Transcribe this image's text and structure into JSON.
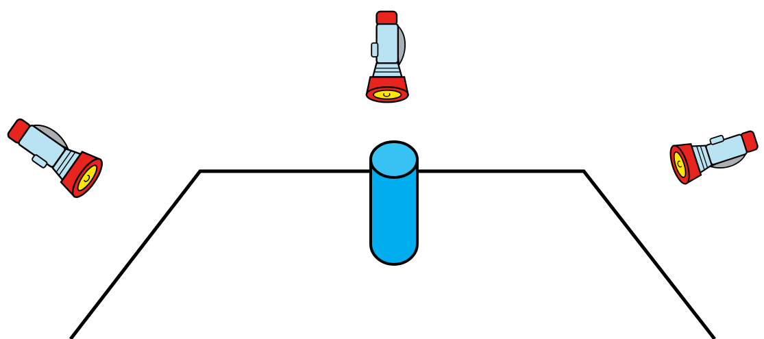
{
  "diagram": {
    "objects": [
      {
        "kind": "flashlight",
        "icon": "flashlight-icon",
        "position": "top"
      },
      {
        "kind": "flashlight",
        "icon": "flashlight-icon",
        "position": "left"
      },
      {
        "kind": "flashlight",
        "icon": "flashlight-icon",
        "position": "right"
      },
      {
        "kind": "cylinder",
        "icon": "cylinder-icon",
        "position": "center"
      },
      {
        "kind": "table-surface",
        "icon": "trapezoid-table-outline",
        "position": "bottom"
      }
    ],
    "colors": {
      "cylinder_side": "#00AEEF",
      "cylinder_top": "#38C1F3",
      "flashlight_body": "#B9E3F2",
      "flashlight_red": "#E8241E",
      "flashlight_lens": "#FFE600",
      "strap": "#A9AFB3",
      "outline": "#000000"
    }
  }
}
